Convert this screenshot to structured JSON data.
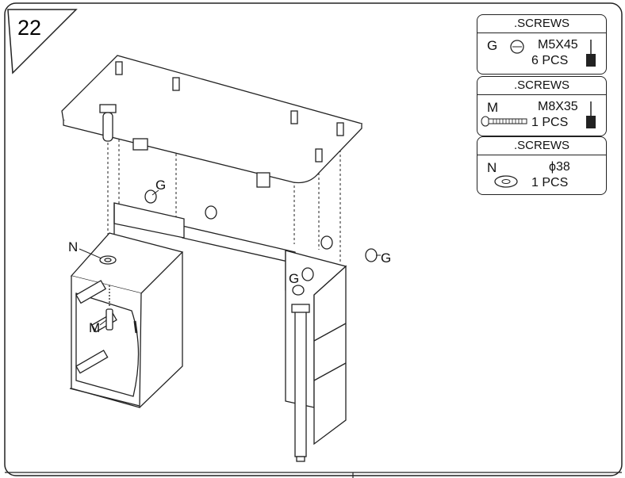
{
  "step_number": "22",
  "screw_panels": [
    {
      "header": ".SCREWS",
      "letter": "G",
      "size": "M5X45",
      "qty": "6 PCS"
    },
    {
      "header": ".SCREWS",
      "letter": "M",
      "size": "M8X35",
      "qty": "1 PCS"
    },
    {
      "header": ".SCREWS",
      "letter": "N",
      "size": "ϕ38",
      "qty": "1 PCS"
    }
  ],
  "callouts": {
    "g": "G",
    "n": "N",
    "m": "M"
  },
  "icons": [
    "cam-lock-icon",
    "screwdriver-icon",
    "bolt-icon",
    "washer-icon"
  ]
}
